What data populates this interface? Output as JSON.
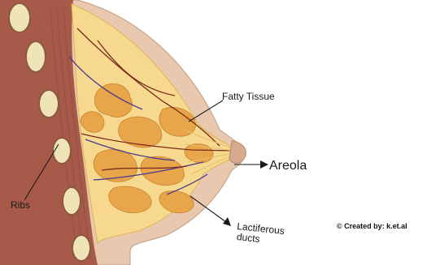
{
  "labels": {
    "fatty_tissue": "Fatty Tissue",
    "areola": "Areola",
    "ribs": "Ribs",
    "lactiferous_line1": "Lactiferous",
    "lactiferous_line2": "ducts"
  },
  "credit": "© Created by: k.et.al",
  "colors": {
    "skin": "#e8c9b0",
    "muscle": "#a85a4a",
    "muscle_dark": "#7e3b30",
    "fat": "#f6d98e",
    "lobule": "#e8a54a",
    "rib": "#efe3b8",
    "vessel_red": "#7a2a1e",
    "vessel_blue": "#4a3a8a"
  }
}
